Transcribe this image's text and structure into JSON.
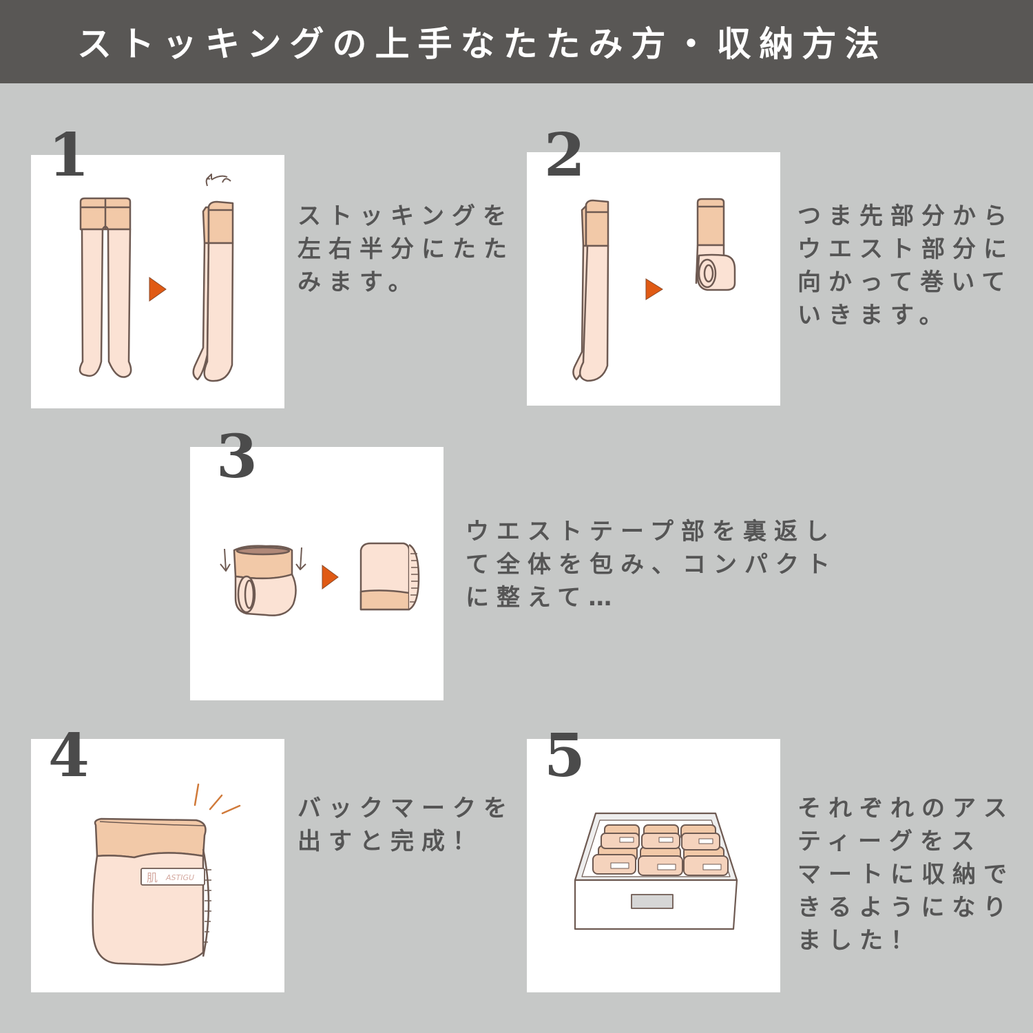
{
  "header": {
    "title": "ストッキングの上手なたたみ方・収納方法"
  },
  "colors": {
    "header_bg": "#595755",
    "page_bg": "#c6c8c7",
    "panel_bg": "#ffffff",
    "arrow": "#e05a14",
    "outline": "#6e5a52",
    "skin_dark": "#f2c9a8",
    "skin_light": "#fbe2d4",
    "text": "#555555"
  },
  "steps": [
    {
      "number": "1",
      "text": "ストッキングを\n左右半分にたた\nみます。",
      "illustration": "tights-folded-in-half-icon"
    },
    {
      "number": "2",
      "text": "つま先部分から\nウエスト部分に\n向かって巻いて\nいきます。",
      "illustration": "tights-rolled-from-toe-icon"
    },
    {
      "number": "3",
      "text": "ウエストテープ部を裏返し\nて全体を包み、コンパクト\nに整えて…",
      "illustration": "waistband-flipped-over-icon"
    },
    {
      "number": "4",
      "text": "バックマークを\n出すと完成！",
      "illustration": "finished-bundle-icon",
      "label_kanji": "肌",
      "label_brand": "ASTIGU"
    },
    {
      "number": "5",
      "text": "それぞれのアス\nティーグをス\nマートに収納で\nきるようになり\nました！",
      "illustration": "drawer-storage-icon"
    }
  ]
}
